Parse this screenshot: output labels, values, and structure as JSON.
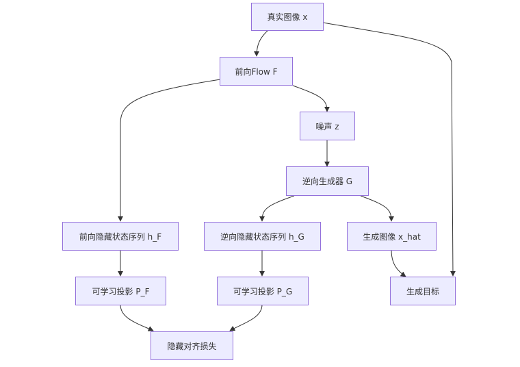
{
  "diagram": {
    "type": "flowchart",
    "nodes": {
      "x": {
        "label": "真实图像 x"
      },
      "F": {
        "label": "前向Flow F"
      },
      "z": {
        "label": "噪声 z"
      },
      "G": {
        "label": "逆向生成器 G"
      },
      "hF": {
        "label": "前向隐藏状态序列 h_F"
      },
      "hG": {
        "label": "逆向隐藏状态序列 h_G"
      },
      "xhat": {
        "label": "生成图像 x_hat"
      },
      "PF": {
        "label": "可学习投影 P_F"
      },
      "PG": {
        "label": "可学习投影 P_G"
      },
      "target": {
        "label": "生成目标"
      },
      "loss": {
        "label": "隐藏对齐损失"
      }
    },
    "edges": [
      {
        "from": "x",
        "to": "F"
      },
      {
        "from": "x",
        "to": "target"
      },
      {
        "from": "F",
        "to": "hF"
      },
      {
        "from": "F",
        "to": "z"
      },
      {
        "from": "z",
        "to": "G"
      },
      {
        "from": "G",
        "to": "hG"
      },
      {
        "from": "G",
        "to": "xhat"
      },
      {
        "from": "hF",
        "to": "PF"
      },
      {
        "from": "hG",
        "to": "PG"
      },
      {
        "from": "xhat",
        "to": "target"
      },
      {
        "from": "PF",
        "to": "loss"
      },
      {
        "from": "PG",
        "to": "loss"
      }
    ],
    "colors": {
      "node_fill": "#ececff",
      "node_border": "#9370db",
      "edge": "#333333",
      "text": "#333333"
    }
  }
}
